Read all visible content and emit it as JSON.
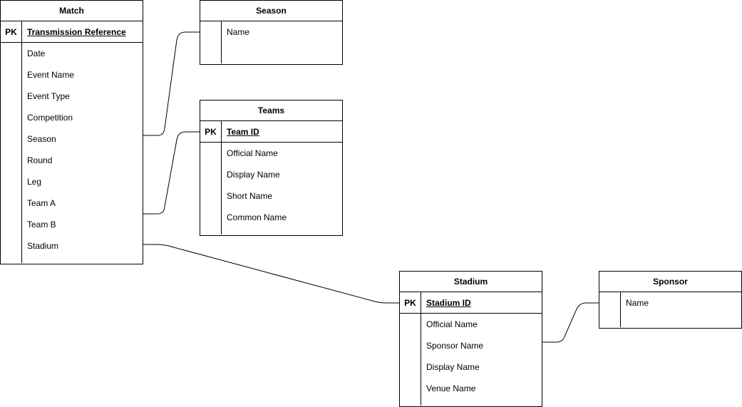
{
  "entities": {
    "match": {
      "title": "Match",
      "pk_label": "PK",
      "pk_field": "Transmission Reference",
      "attributes": [
        "Date",
        "Event Name",
        "Event Type",
        "Competition",
        "Season",
        "Round",
        "Leg",
        "Team A",
        "Team B",
        "Stadium"
      ]
    },
    "season": {
      "title": "Season",
      "attributes": [
        "Name"
      ]
    },
    "teams": {
      "title": "Teams",
      "pk_label": "PK",
      "pk_field": "Team ID",
      "attributes": [
        "Official Name",
        "Display Name",
        "Short Name",
        "Common Name"
      ]
    },
    "stadium": {
      "title": "Stadium",
      "pk_label": "PK",
      "pk_field": "Stadium ID",
      "attributes": [
        "Official Name",
        "Sponsor Name",
        "Display Name",
        "Venue Name"
      ]
    },
    "sponsor": {
      "title": "Sponsor",
      "attributes": [
        "Name"
      ]
    }
  },
  "relationships": [
    {
      "from": "Match.Season",
      "to": "Season"
    },
    {
      "from": "Match.Team B",
      "to": "Teams.Team ID"
    },
    {
      "from": "Match.Stadium",
      "to": "Stadium.Stadium ID"
    },
    {
      "from": "Stadium.Sponsor Name",
      "to": "Sponsor"
    }
  ],
  "colors": {
    "line": "#000000",
    "background": "#ffffff"
  }
}
